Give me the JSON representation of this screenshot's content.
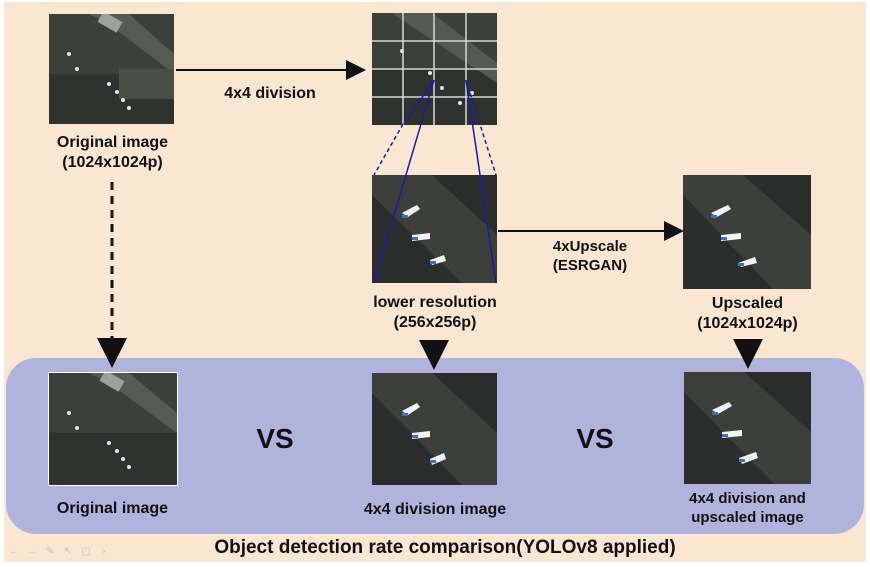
{
  "labels": {
    "original_top": "Original image",
    "original_top_res": "(1024x1024p)",
    "division_arrow": "4x4 division",
    "lower_res": "lower resolution",
    "lower_res_size": "(256x256p)",
    "upscale_arrow": "4xUpscale",
    "upscale_method": "(ESRGAN)",
    "upscaled": "Upscaled",
    "upscaled_size": "(1024x1024p)",
    "original_bottom": "Original image",
    "division_bottom": "4x4 division image",
    "upscaled_bottom_line1": "4x4 division and",
    "upscaled_bottom_line2": "upscaled image",
    "vs_left": "VS",
    "vs_right": "VS",
    "caption": "Object detection rate comparison(YOLOv8 applied)"
  },
  "toolbar": {
    "icons": [
      "back-icon",
      "forward-icon",
      "pen-icon",
      "pointer-icon",
      "slides-icon",
      "more-icon"
    ]
  },
  "colors": {
    "background": "#fbe6d2",
    "compare_panel": "#b0b4dd",
    "zoom_lines": "#1a1aa8",
    "grid_lines": "#d8d8d8"
  }
}
